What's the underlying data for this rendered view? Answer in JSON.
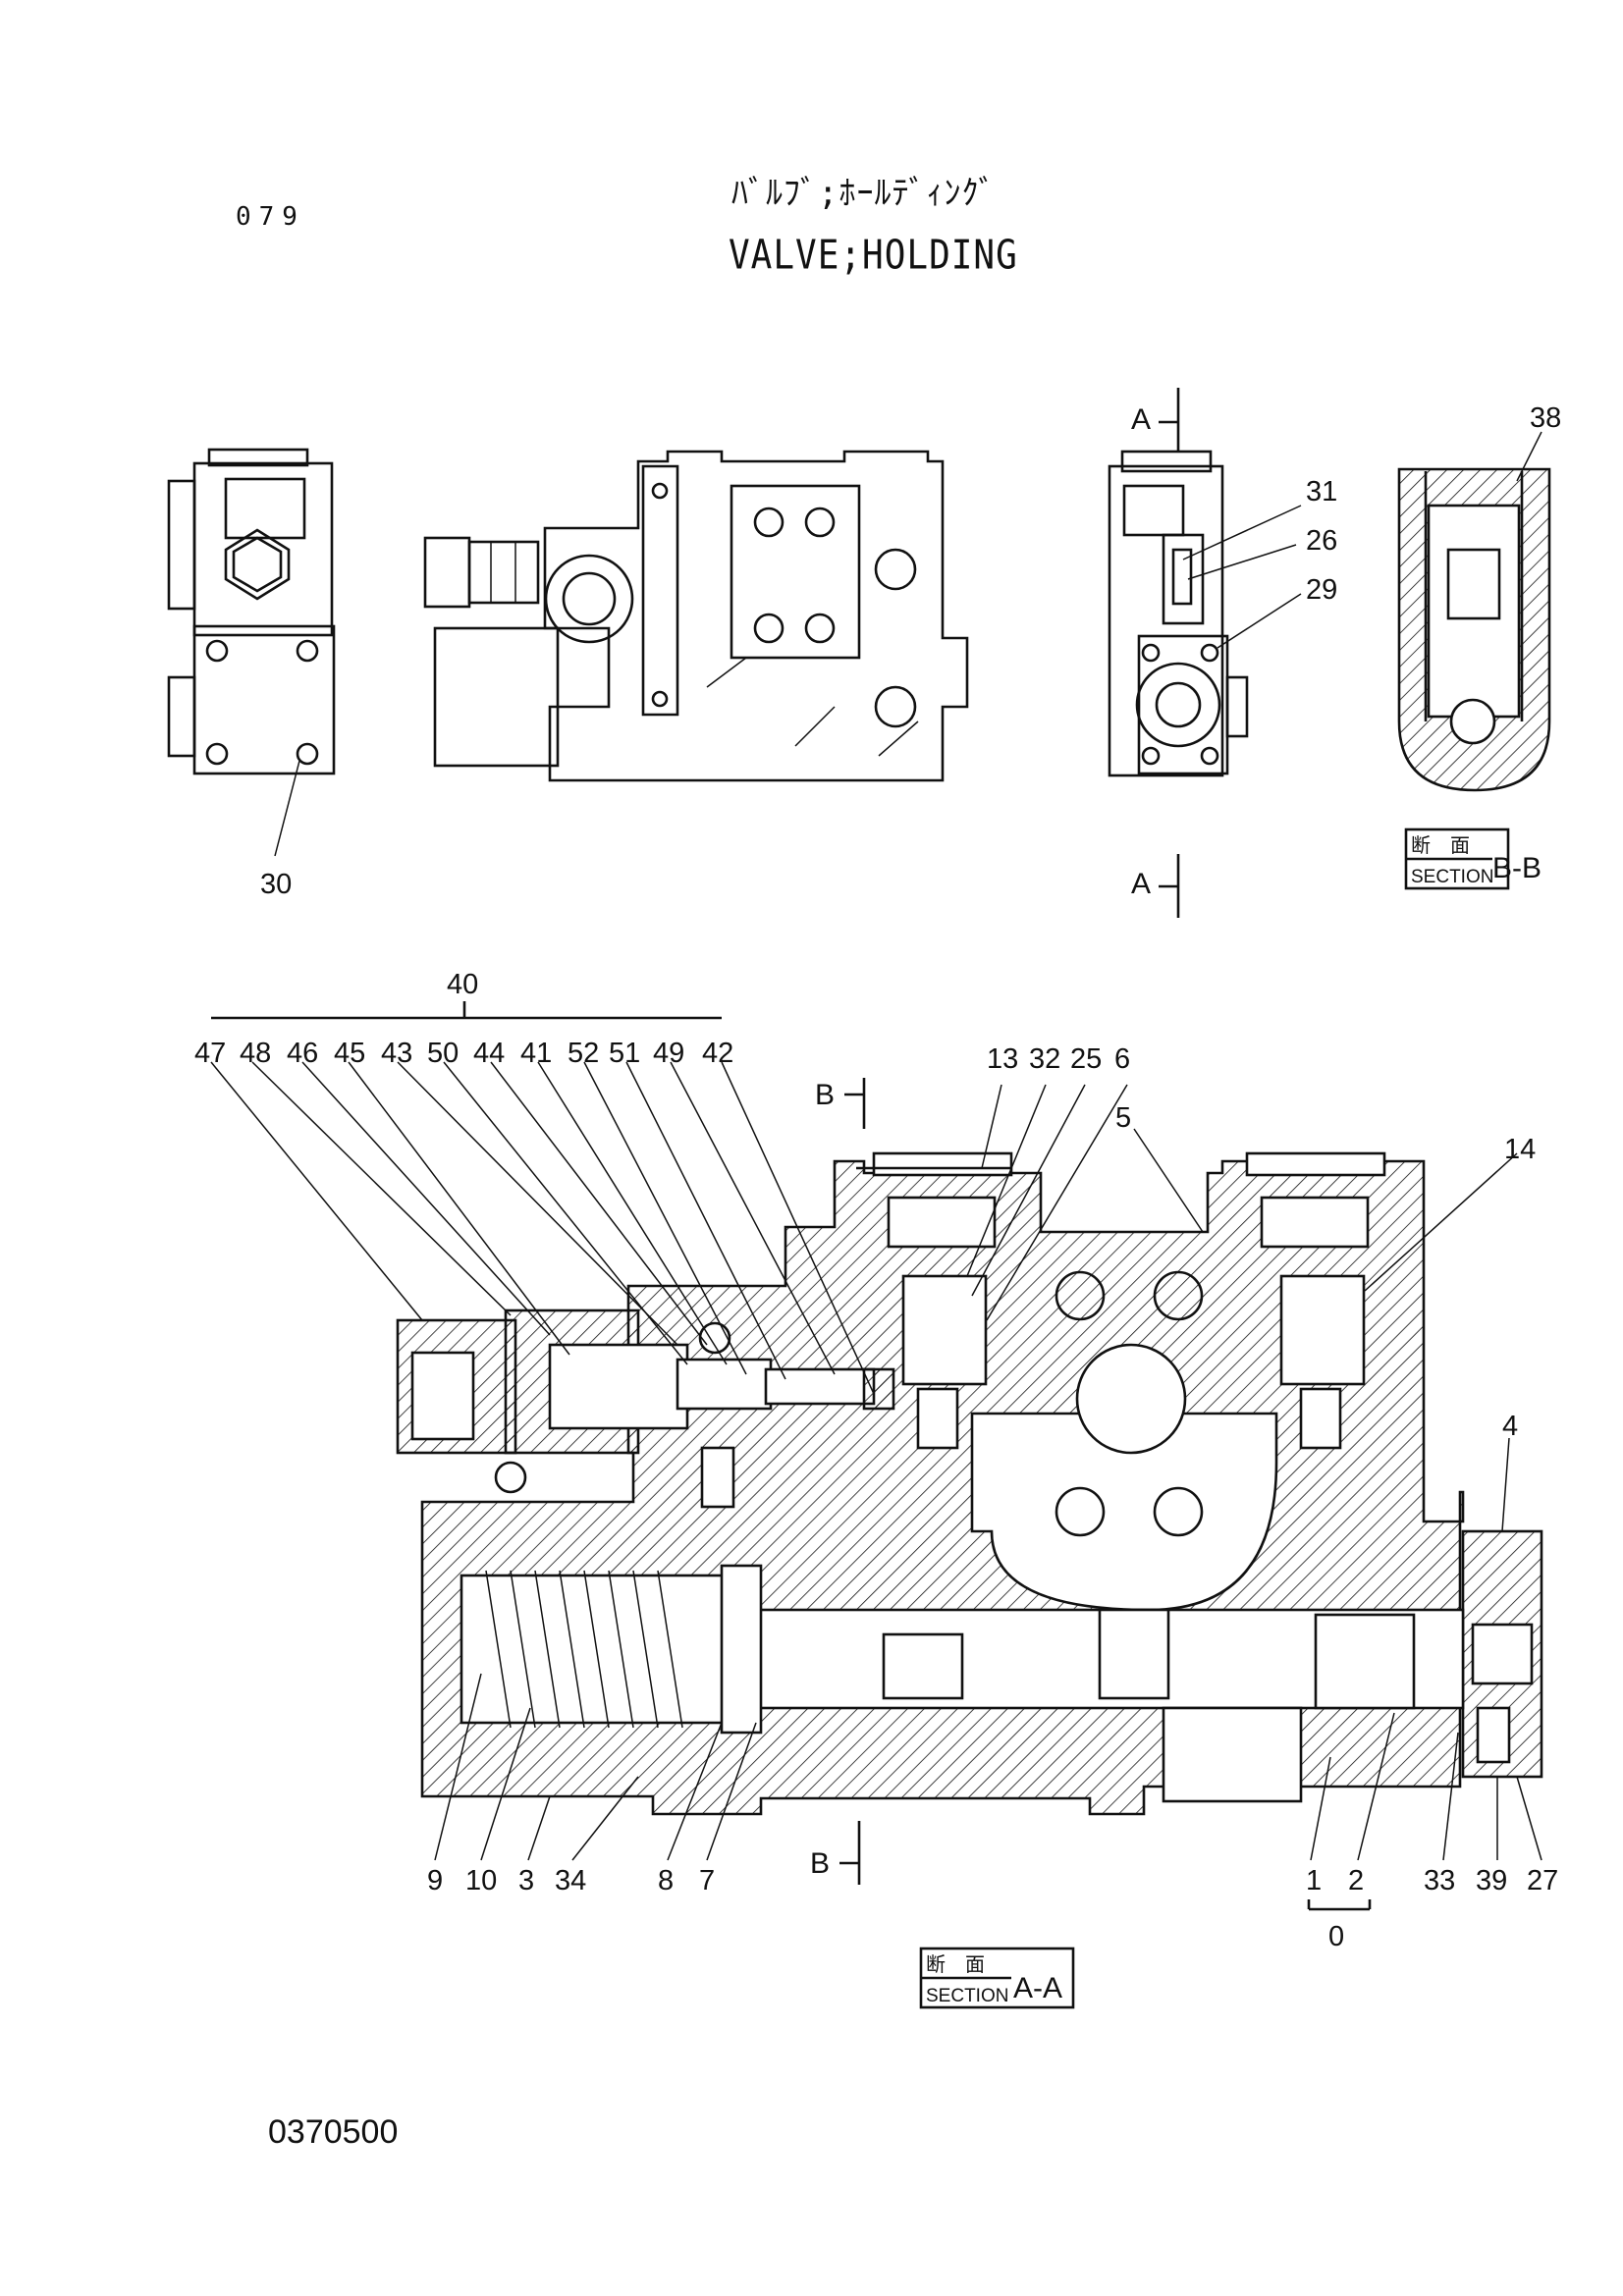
{
  "header": {
    "page_number": "079",
    "title_jp": "ﾊﾞﾙﾌﾞ;ﾎｰﾙﾃﾞｨﾝｸﾞ",
    "title_en": "VALVE;HOLDING"
  },
  "drawing_number": "0370500",
  "section_labels": {
    "jp": "断　面",
    "en": "SECTION",
    "bb": "B-B",
    "aa": "A-A",
    "cut_a": "A",
    "cut_b": "B"
  },
  "callouts": {
    "group_40": "40",
    "top_row": [
      "47",
      "48",
      "46",
      "45",
      "43",
      "50",
      "44",
      "41",
      "52",
      "51",
      "49",
      "42"
    ],
    "c13": "13",
    "c32": "32",
    "c25": "25",
    "c6": "6",
    "c5": "5",
    "c14": "14",
    "c4": "4",
    "c9": "9",
    "c10": "10",
    "c3": "3",
    "c34": "34",
    "c8": "8",
    "c7": "7",
    "c1": "1",
    "c2": "2",
    "c0": "0",
    "c33": "33",
    "c39": "39",
    "c27": "27",
    "c30": "30",
    "c31": "31",
    "c26": "26",
    "c29": "29",
    "c38": "38"
  }
}
